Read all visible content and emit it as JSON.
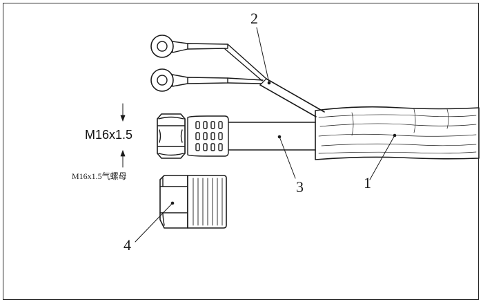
{
  "dimension_label": "M16x1.5",
  "nut_caption": "M16x1.5气螺母",
  "callouts": {
    "c1": "1",
    "c2": "2",
    "c3": "3",
    "c4": "4"
  },
  "colors": {
    "line": "#1a1a1a",
    "background": "#ffffff"
  }
}
